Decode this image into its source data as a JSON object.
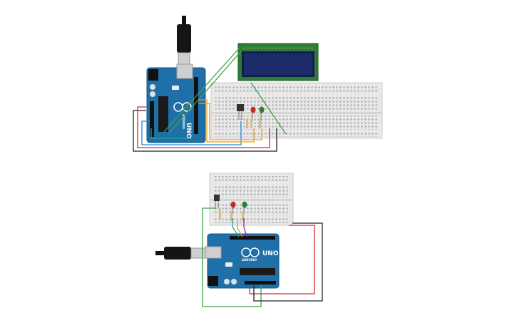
{
  "circuits": [
    {
      "id": "top",
      "board": {
        "brand": "UNO",
        "maker": "ARDUINO"
      },
      "lcd": {
        "display_text": ""
      },
      "components": [
        "usb-cable",
        "arduino-uno",
        "lcd-16x2",
        "full-breadboard",
        "ldr-sensor",
        "red-led",
        "green-led",
        "resistors"
      ]
    },
    {
      "id": "bottom",
      "board": {
        "brand": "UNO",
        "maker": "ARDUINO"
      },
      "components": [
        "usb-cable",
        "arduino-uno",
        "half-breadboard",
        "ldr-sensor",
        "red-led",
        "green-led",
        "resistors"
      ]
    }
  ],
  "colors": {
    "board": "#1f6fa8",
    "board_dark": "#17598a",
    "lcd_frame": "#2e7d32",
    "lcd_screen": "#1d2b6b",
    "breadboard": "#e9e9e9",
    "wire_red": "#d32f2f",
    "wire_black": "#222222",
    "wire_green": "#43a047",
    "wire_orange": "#f39c12",
    "wire_blue": "#1e88e5",
    "wire_teal": "#26a69a",
    "wire_purple": "#8e24aa",
    "led_red": "#c62828",
    "led_green": "#2e7d32"
  }
}
